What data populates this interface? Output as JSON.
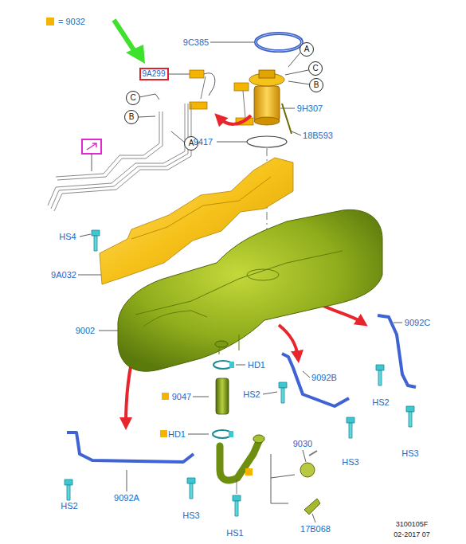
{
  "diagram": {
    "nodes": [
      {
        "text": [
          "A"
        ]
      },
      {
        "text": [
          "9A299"
        ]
      },
      {
        "text": [
          "C"
        ]
      },
      {
        "text": [
          "B"
        ]
      },
      {
        "text": [
          "C"
        ]
      },
      {
        "text": [
          "B"
        ]
      },
      {
        "text": [
          "A"
        ]
      }
    ],
    "labels": [
      "9C385",
      "9H307",
      "9417",
      "18B593",
      "HS4",
      "9A032",
      "9002",
      "HD1",
      "9092C",
      "9092B",
      "9047",
      "HS2",
      "HS2",
      "HS3",
      "HD1",
      "9030",
      "9092A",
      "HS2",
      "HS3",
      "HS3",
      "HS1",
      "17B068",
      "3100105F",
      "02-2017 07"
    ],
    "legend": [
      {
        "text": "= 9032",
        "color": "#f5b400"
      }
    ]
  }
}
